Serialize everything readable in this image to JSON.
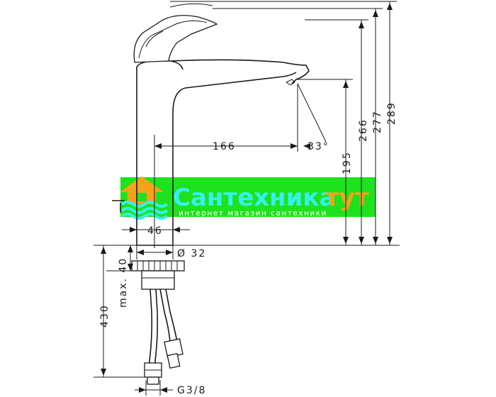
{
  "dimensions": {
    "spout_reach": "166",
    "spout_angle": "33°",
    "spout_height": "195",
    "height_266": "266",
    "height_277": "277",
    "height_289": "289",
    "body_width": "46",
    "hole_diameter": "Ø 32",
    "max_thickness": "max. 40",
    "hose_length": "430",
    "connection": "G3/8"
  },
  "watermark": {
    "title_part1": "Сантехника",
    "title_part2": "тут",
    "subtitle": "интернет магазин сантехники"
  },
  "colors": {
    "watermark_green": "#1ee21e",
    "watermark_cyan": "#35f0f0",
    "watermark_orange": "#f7a21b",
    "line": "#1a1a1a"
  }
}
